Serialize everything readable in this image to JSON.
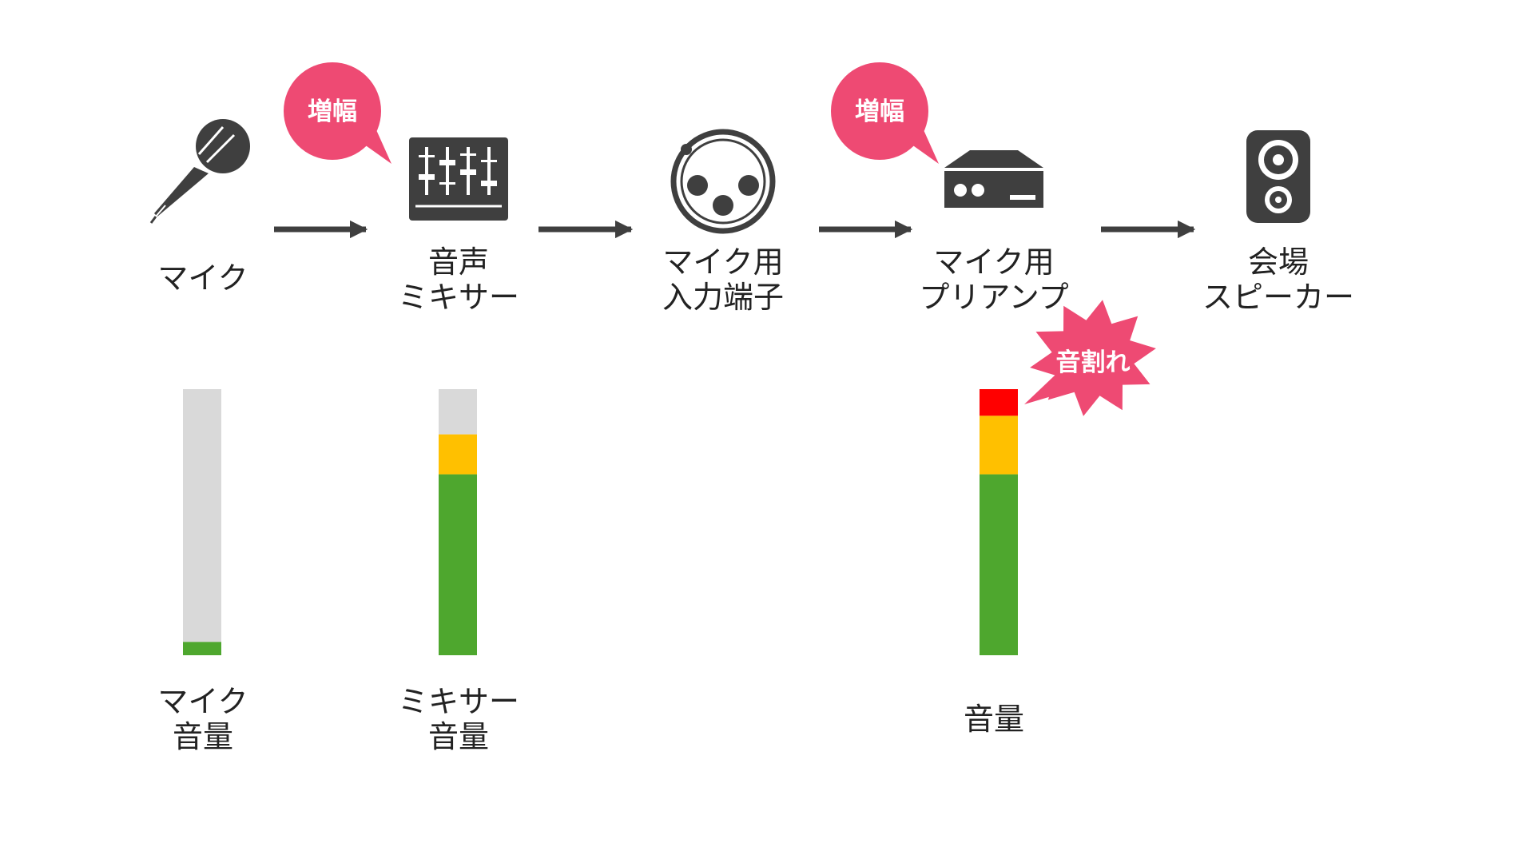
{
  "colors": {
    "icon": "#3f3f3f",
    "arrow": "#3f3f3f",
    "callout": "#ee4a73",
    "callout_text": "#ffffff",
    "meter_empty": "#d9d9d9",
    "meter_green": "#4ea72e",
    "meter_yellow": "#ffc000",
    "meter_red": "#ff0000"
  },
  "stages": [
    {
      "icon": "microphone-icon",
      "label": [
        "マイク"
      ]
    },
    {
      "icon": "mixer-icon",
      "label": [
        "音声",
        "ミキサー"
      ],
      "callout": "増幅"
    },
    {
      "icon": "xlr-input-icon",
      "label": [
        "マイク用",
        "入力端子"
      ]
    },
    {
      "icon": "preamp-icon",
      "label": [
        "マイク用",
        "プリアンプ"
      ],
      "callout": "増幅"
    },
    {
      "icon": "speaker-icon",
      "label": [
        "会場",
        "スピーカー"
      ]
    }
  ],
  "meters": [
    {
      "label": [
        "マイク",
        "音量"
      ],
      "level": 0.05
    },
    {
      "label": [
        "ミキサー",
        "音量"
      ],
      "level": 0.83
    },
    {
      "label": [
        "音量"
      ],
      "level": 1.0
    }
  ],
  "distortion_callout": "音割れ"
}
